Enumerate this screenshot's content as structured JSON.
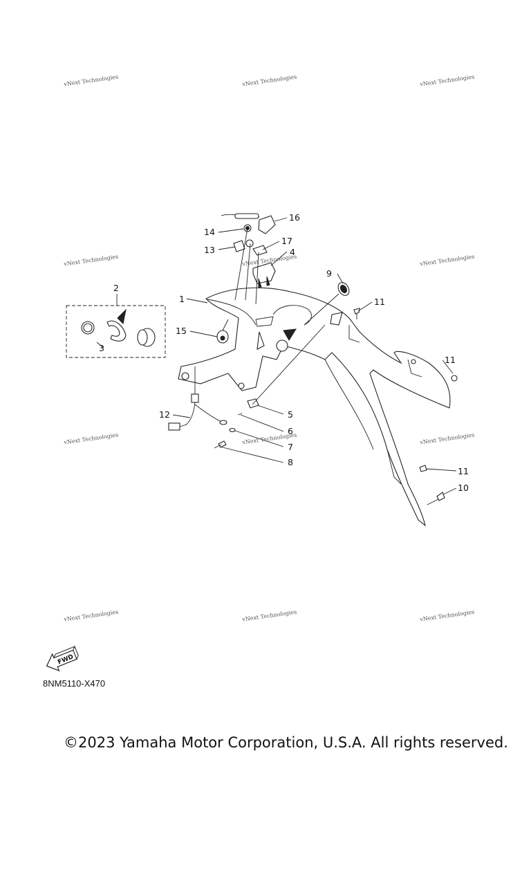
{
  "watermarks": [
    {
      "text": "vNext Technologies"
    },
    {
      "text": "vNext Technologies"
    },
    {
      "text": "vNext Technologies"
    },
    {
      "text": "vNext Technologies"
    },
    {
      "text": "vNext Technologies"
    },
    {
      "text": "vNext Technologies"
    },
    {
      "text": "vNext Technologies"
    },
    {
      "text": "vNext Technologies"
    },
    {
      "text": "vNext Technologies"
    },
    {
      "text": "vNext Technologies"
    },
    {
      "text": "vNext Technologies"
    },
    {
      "text": "vNext Technologies"
    }
  ],
  "callouts": [
    "1",
    "2",
    "3",
    "4",
    "5",
    "6",
    "7",
    "8",
    "9",
    "10",
    "11",
    "11",
    "11",
    "12",
    "13",
    "14",
    "15",
    "16",
    "17"
  ],
  "fwd_label": "FWD",
  "part_code": "8NM5110-X470",
  "copyright": "©2023 Yamaha Motor Corporation, U.S.A. All rights reserved."
}
